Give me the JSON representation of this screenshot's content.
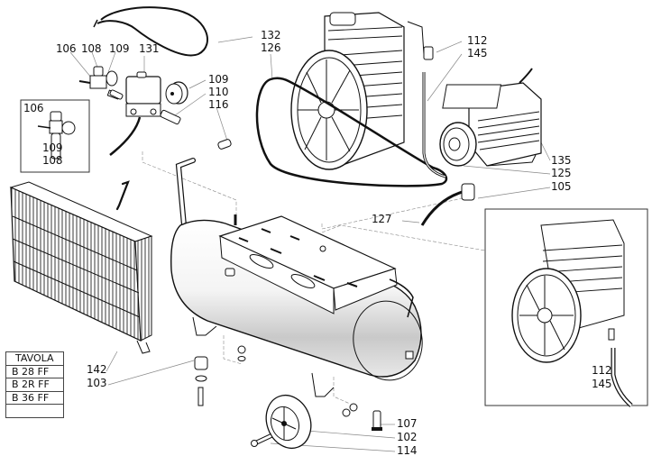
{
  "diagram": {
    "type": "exploded-parts-diagram",
    "subject": "belt-driven air compressor",
    "table": {
      "header": "TAVOLA",
      "rows": [
        "B 28 FF",
        "B 2R FF",
        "B 36 FF",
        ""
      ]
    },
    "callouts": {
      "c106a": "106",
      "c108a": "108",
      "c109a": "109",
      "c131": "131",
      "c132": "132",
      "c126": "126",
      "c109b": "109",
      "c110": "110",
      "c116": "116",
      "c106b": "106",
      "c109c": "109",
      "c108b": "108",
      "c112a": "112",
      "c145a": "145",
      "c135": "135",
      "c125": "125",
      "c105": "105",
      "c127": "127",
      "c142": "142",
      "c103": "103",
      "c107": "107",
      "c102": "102",
      "c114": "114",
      "c112b": "112",
      "c145b": "145"
    },
    "parts": [
      {
        "name": "air-filter-radiator-guard"
      },
      {
        "name": "belt-guard-bracket"
      },
      {
        "name": "pressure-switch",
        "ref": "131"
      },
      {
        "name": "power-cable",
        "ref": "132"
      },
      {
        "name": "v-belt",
        "ref": "126"
      },
      {
        "name": "compressor-pump"
      },
      {
        "name": "electric-motor",
        "ref": "135"
      },
      {
        "name": "air-tank"
      },
      {
        "name": "wheel",
        "ref": "102"
      },
      {
        "name": "pressure-reducer-detail",
        "ref": "106"
      },
      {
        "name": "pump-detail-inset"
      }
    ],
    "colors": {
      "line": "#111111",
      "leader": "#888888",
      "background": "#ffffff"
    }
  }
}
